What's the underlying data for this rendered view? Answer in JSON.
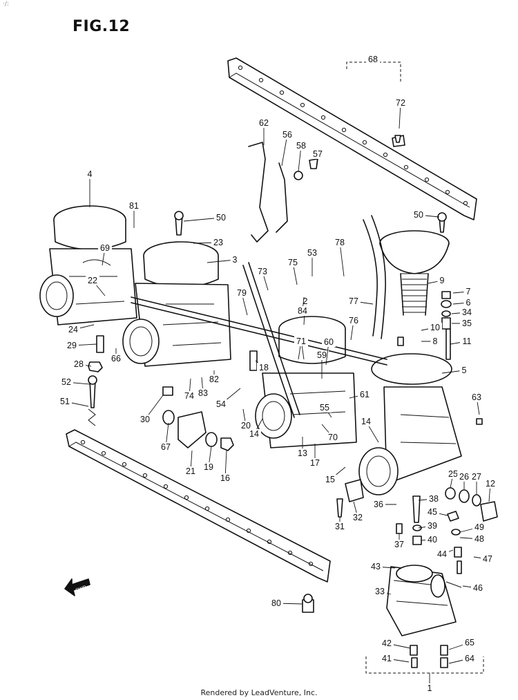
{
  "title": "FIG.12",
  "corner_mark": "·/:",
  "footer": "Rendered by LeadVenture, Inc.",
  "fwd_label": "FWD",
  "callouts": [
    "1",
    "2",
    "3",
    "4",
    "5",
    "6",
    "7",
    "8",
    "9",
    "10",
    "11",
    "12",
    "13",
    "14",
    "14",
    "15",
    "16",
    "17",
    "18",
    "19",
    "20",
    "21",
    "21",
    "22",
    "23",
    "24",
    "25",
    "26",
    "27",
    "28",
    "29",
    "30",
    "31",
    "32",
    "33",
    "34",
    "35",
    "36",
    "37",
    "38",
    "39",
    "40",
    "41",
    "42",
    "43",
    "44",
    "45",
    "46",
    "47",
    "48",
    "49",
    "50",
    "50",
    "51",
    "52",
    "53",
    "54",
    "55",
    "56",
    "57",
    "58",
    "59",
    "60",
    "61",
    "62",
    "63",
    "64",
    "65",
    "66",
    "67",
    "68",
    "69",
    "70",
    "71",
    "72",
    "73",
    "74",
    "75",
    "76",
    "77",
    "78",
    "79",
    "80",
    "81",
    "82",
    "83",
    "84"
  ]
}
